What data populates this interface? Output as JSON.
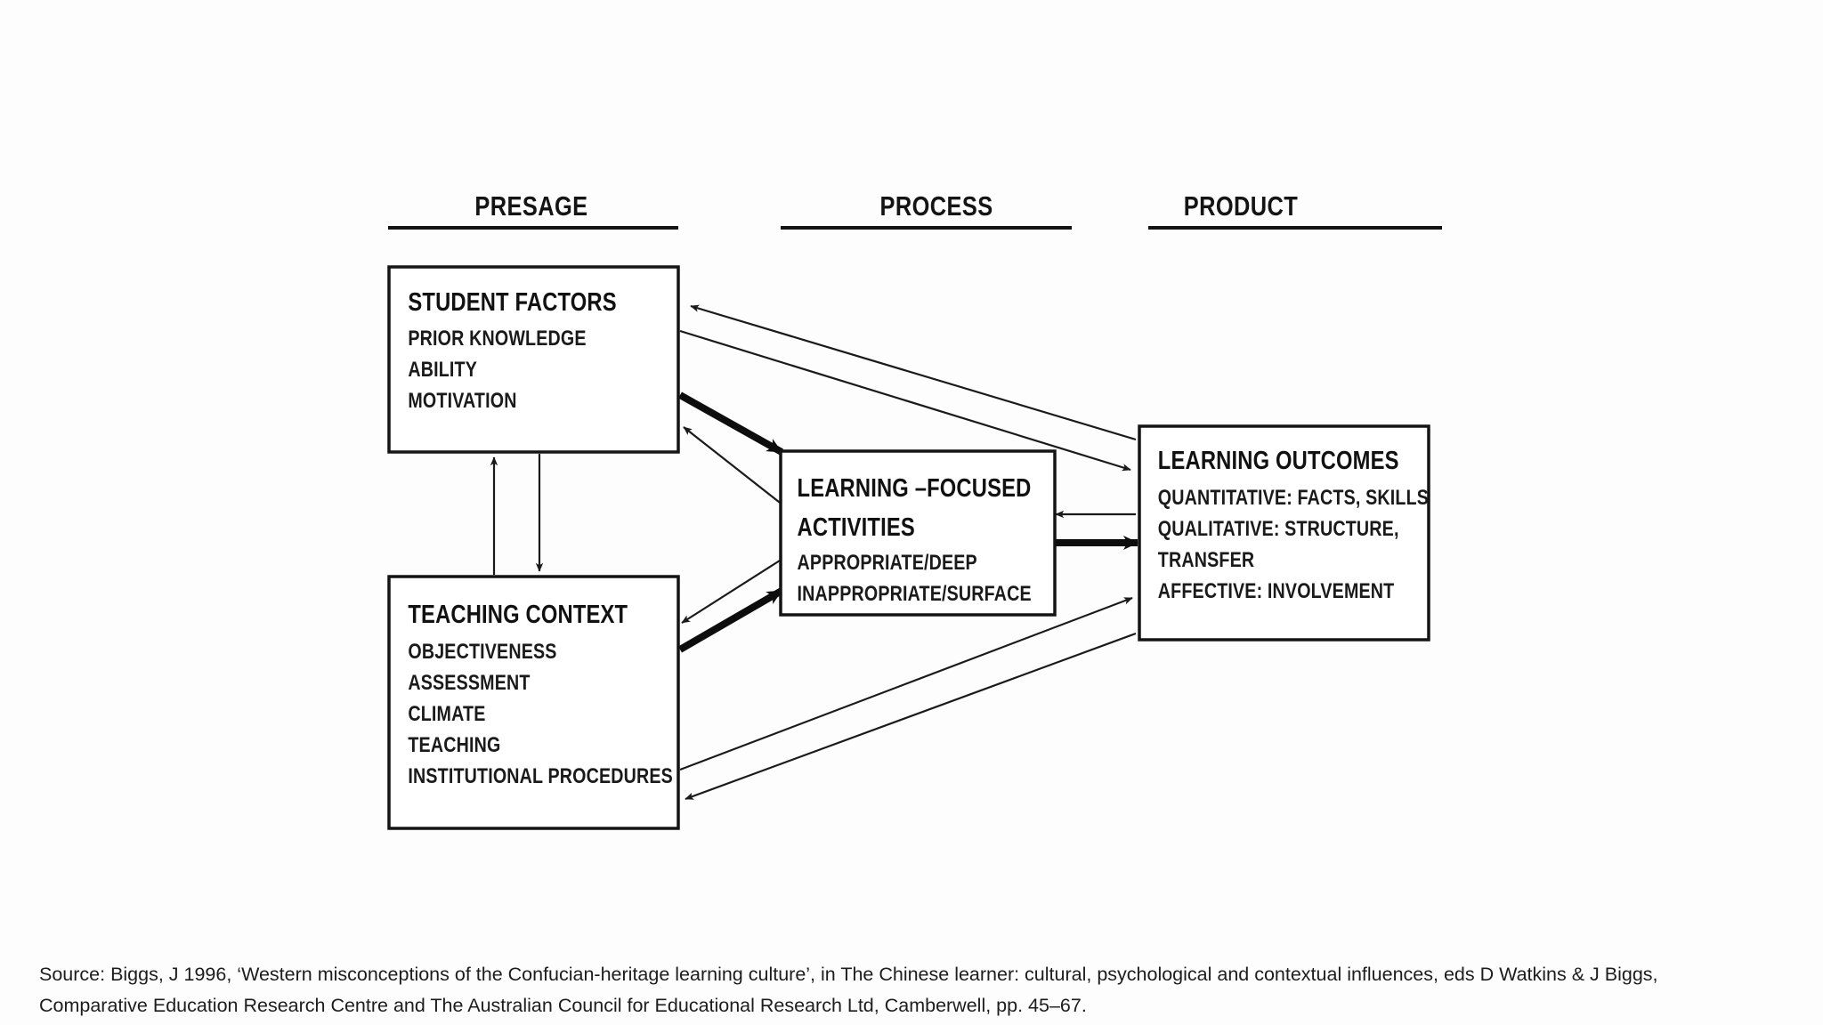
{
  "diagram": {
    "title": "Biggs 3P Model of Teaching and Learning",
    "columns": [
      {
        "id": "presage",
        "label": "PRESAGE"
      },
      {
        "id": "process",
        "label": "PROCESS"
      },
      {
        "id": "product",
        "label": "PRODUCT"
      }
    ],
    "boxes": [
      {
        "id": "student-factors",
        "column": "presage",
        "title": "STUDENT FACTORS",
        "items": [
          "PRIOR KNOWLEDGE",
          "ABILITY",
          "MOTIVATION"
        ]
      },
      {
        "id": "teaching-context",
        "column": "presage",
        "title": "TEACHING CONTEXT",
        "items": [
          "OBJECTIVENESS",
          "ASSESSMENT",
          "CLIMATE",
          "TEACHING",
          "INSTITUTIONAL PROCEDURES"
        ]
      },
      {
        "id": "learning-focused-activities",
        "column": "process",
        "title": "LEARNING –FOCUSED",
        "title2": "ACTIVITIES",
        "items": [
          "APPROPRIATE/DEEP",
          "INAPPROPRIATE/SURFACE"
        ]
      },
      {
        "id": "learning-outcomes",
        "column": "product",
        "title": "LEARNING OUTCOMES",
        "items": [
          "QUANTITATIVE: FACTS, SKILLS",
          "QUALITATIVE: STRUCTURE,",
          "TRANSFER",
          "AFFECTIVE: INVOLVEMENT"
        ]
      }
    ],
    "connections": [
      {
        "id": "outcomes-to-student",
        "from": "learning-outcomes",
        "to": "student-factors",
        "weight": "thin"
      },
      {
        "id": "student-to-outcomes",
        "from": "student-factors",
        "to": "learning-outcomes",
        "weight": "thin"
      },
      {
        "id": "student-to-activities",
        "from": "student-factors",
        "to": "learning-focused-activities",
        "weight": "thick"
      },
      {
        "id": "activities-to-student",
        "from": "learning-focused-activities",
        "to": "student-factors",
        "weight": "thin"
      },
      {
        "id": "context-to-activities",
        "from": "teaching-context",
        "to": "learning-focused-activities",
        "weight": "thick"
      },
      {
        "id": "activities-to-context",
        "from": "learning-focused-activities",
        "to": "teaching-context",
        "weight": "thin"
      },
      {
        "id": "activities-to-outcomes",
        "from": "learning-focused-activities",
        "to": "learning-outcomes",
        "weight": "thick"
      },
      {
        "id": "outcomes-to-activities",
        "from": "learning-outcomes",
        "to": "learning-focused-activities",
        "weight": "thin"
      },
      {
        "id": "context-to-outcomes",
        "from": "teaching-context",
        "to": "learning-outcomes",
        "weight": "thin"
      },
      {
        "id": "outcomes-to-context",
        "from": "learning-outcomes",
        "to": "teaching-context",
        "weight": "thin"
      },
      {
        "id": "context-to-student",
        "from": "teaching-context",
        "to": "student-factors",
        "weight": "thin"
      },
      {
        "id": "student-to-context",
        "from": "student-factors",
        "to": "teaching-context",
        "weight": "thin"
      }
    ],
    "colors": {
      "stroke": "#141414",
      "text": "#111111",
      "background": "#fdfdfd"
    }
  },
  "source": {
    "line1": "Source: Biggs, J 1996, ‘Western misconceptions of the Confucian-heritage learning culture’, in The Chinese learner: cultural, psychological and contextual influences, eds D Watkins & J Biggs,",
    "line2": "Comparative Education Research Centre and The Australian Council for Educational Research Ltd, Camberwell, pp. 45–67."
  }
}
